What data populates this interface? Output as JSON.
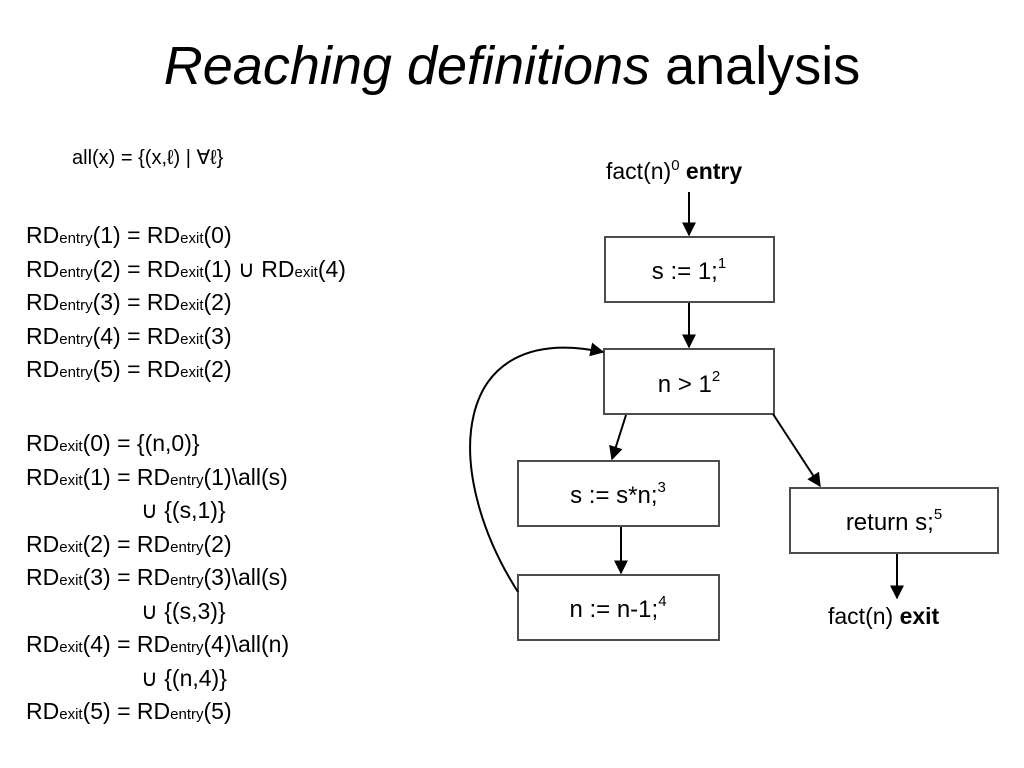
{
  "slide": {
    "title_italic": "Reaching definitions",
    "title_rest": " analysis"
  },
  "all_def": "all(x) = {(x,ℓ) | ∀ℓ}",
  "rd_entry": [
    {
      "lhs": "RD",
      "lhs_sub": "entry",
      "lhs_arg": "(1) = ",
      "r1": "RD",
      "r1_sub": "exit",
      "r1_arg": "(0)",
      "union": "",
      "r2": "",
      "r2_sub": "",
      "r2_arg": ""
    },
    {
      "lhs": "RD",
      "lhs_sub": "entry",
      "lhs_arg": "(2) = ",
      "r1": "RD",
      "r1_sub": "exit",
      "r1_arg": "(1)",
      "union": " ∪ ",
      "r2": "RD",
      "r2_sub": "exit",
      "r2_arg": "(4)"
    },
    {
      "lhs": "RD",
      "lhs_sub": "entry",
      "lhs_arg": "(3) = ",
      "r1": "RD",
      "r1_sub": "exit",
      "r1_arg": "(2)",
      "union": "",
      "r2": "",
      "r2_sub": "",
      "r2_arg": ""
    },
    {
      "lhs": "RD",
      "lhs_sub": "entry",
      "lhs_arg": "(4) = ",
      "r1": "RD",
      "r1_sub": "exit",
      "r1_arg": "(3)",
      "union": "",
      "r2": "",
      "r2_sub": "",
      "r2_arg": ""
    },
    {
      "lhs": "RD",
      "lhs_sub": "entry",
      "lhs_arg": "(5) = ",
      "r1": "RD",
      "r1_sub": "exit",
      "r1_arg": "(2)",
      "union": "",
      "r2": "",
      "r2_sub": "",
      "r2_arg": ""
    }
  ],
  "rd_exit": {
    "l0": {
      "lhs": "RD",
      "lhs_sub": "exit",
      "lhs_arg": "(0) = ",
      "rhs": "{(n,0)}"
    },
    "l1": {
      "lhs": "RD",
      "lhs_sub": "exit",
      "lhs_arg": "(1) = ",
      "r1": "RD",
      "r1_sub": "entry",
      "r1_arg": "(1)\\all(s)"
    },
    "l1u": "∪ {(s,1)}",
    "l2": {
      "lhs": "RD",
      "lhs_sub": "exit",
      "lhs_arg": "(2) = ",
      "r1": "RD",
      "r1_sub": "entry",
      "r1_arg": "(2)"
    },
    "l3": {
      "lhs": "RD",
      "lhs_sub": "exit",
      "lhs_arg": "(3) = ",
      "r1": "RD",
      "r1_sub": "entry",
      "r1_arg": "(3)\\all(s)"
    },
    "l3u": "∪ {(s,3)}",
    "l4": {
      "lhs": "RD",
      "lhs_sub": "exit",
      "lhs_arg": "(4) = ",
      "r1": "RD",
      "r1_sub": "entry",
      "r1_arg": "(4)\\all(n)"
    },
    "l4u": "∪ {(n,4)}",
    "l5": {
      "lhs": "RD",
      "lhs_sub": "exit",
      "lhs_arg": "(5) = ",
      "r1": "RD",
      "r1_sub": "entry",
      "r1_arg": "(5)"
    }
  },
  "cfg": {
    "entry": {
      "text": "fact(n)",
      "sup": "0",
      "bold": " entry"
    },
    "n1": {
      "text": "s := 1;",
      "sup": "1"
    },
    "n2": {
      "text": "n > 1",
      "sup": "2"
    },
    "n3": {
      "text": "s := s*n;",
      "sup": "3"
    },
    "n4": {
      "text": "n := n-1;",
      "sup": "4"
    },
    "n5": {
      "text": "return s;",
      "sup": "5"
    },
    "exit": {
      "text": "fact(n)",
      "bold": " exit"
    }
  }
}
